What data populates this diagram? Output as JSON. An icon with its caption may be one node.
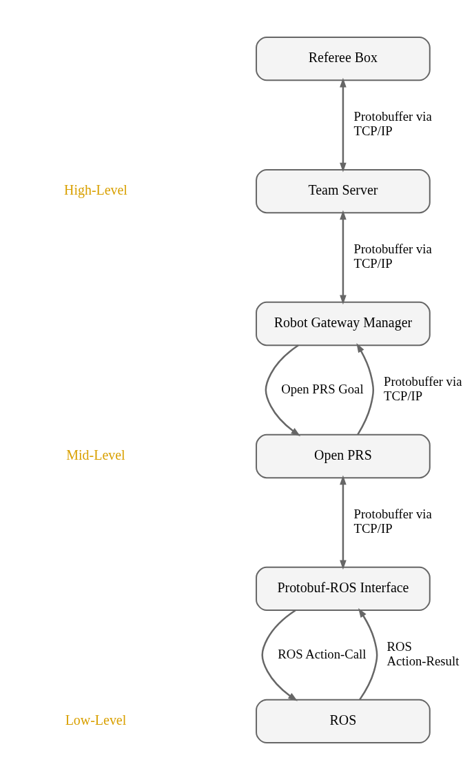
{
  "diagram": {
    "nodes": [
      {
        "text": [
          "Referee Box"
        ]
      },
      {
        "text": [
          "Team Server"
        ]
      },
      {
        "text": [
          "Robot Gateway Manager"
        ]
      },
      {
        "text": [
          "Open PRS"
        ]
      },
      {
        "text": [
          "Protobuf-ROS Interface"
        ]
      },
      {
        "text": [
          "ROS"
        ]
      }
    ],
    "edges": [
      {
        "from": 0,
        "to": 1,
        "arrow": "both",
        "label": "Protobuffer via TCP/IP"
      },
      {
        "from": 1,
        "to": 2,
        "arrow": "both",
        "label": "Protobuffer via TCP/IP"
      },
      {
        "from": 2,
        "to": 3,
        "arrow": "to",
        "label": "Open PRS Goal"
      },
      {
        "from": 3,
        "to": 2,
        "arrow": "to",
        "label": "Protobuffer via TCP/IP"
      },
      {
        "from": 3,
        "to": 4,
        "arrow": "both",
        "label": "Protobuffer via TCP/IP"
      },
      {
        "from": 4,
        "to": 5,
        "arrow": "to",
        "label": "ROS Action-Call"
      },
      {
        "from": 5,
        "to": 4,
        "arrow": "to",
        "label": "ROS Action-Result"
      }
    ],
    "labels": [
      "High-Level",
      "Mid-Level",
      "Low-Level"
    ]
  }
}
